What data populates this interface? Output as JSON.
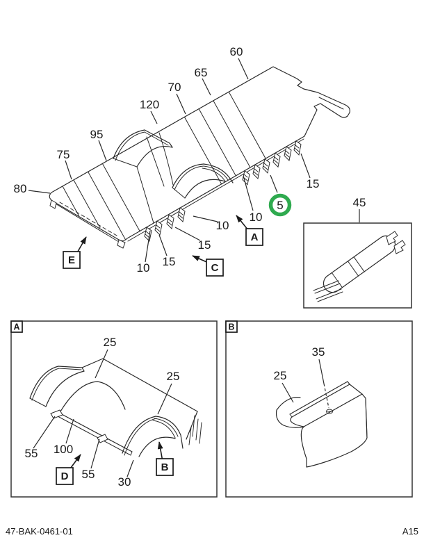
{
  "footer": {
    "part_number": "47-BAK-0461-01",
    "page_code": "A15"
  },
  "main_view": {
    "description": "isometric floor panel assembly",
    "callouts": [
      "60",
      "65",
      "70",
      "120",
      "95",
      "75",
      "80",
      "15",
      "5",
      "10",
      "10",
      "15",
      "15",
      "10",
      "45"
    ],
    "view_refs": [
      "A",
      "C",
      "E"
    ],
    "highlight_color": "#2faa4f"
  },
  "detail_a": {
    "corner_label": "A",
    "callouts": [
      "25",
      "25",
      "55",
      "100",
      "55",
      "30"
    ],
    "view_refs": [
      "D",
      "B"
    ]
  },
  "detail_b": {
    "corner_label": "B",
    "callouts": [
      "35",
      "25"
    ]
  }
}
